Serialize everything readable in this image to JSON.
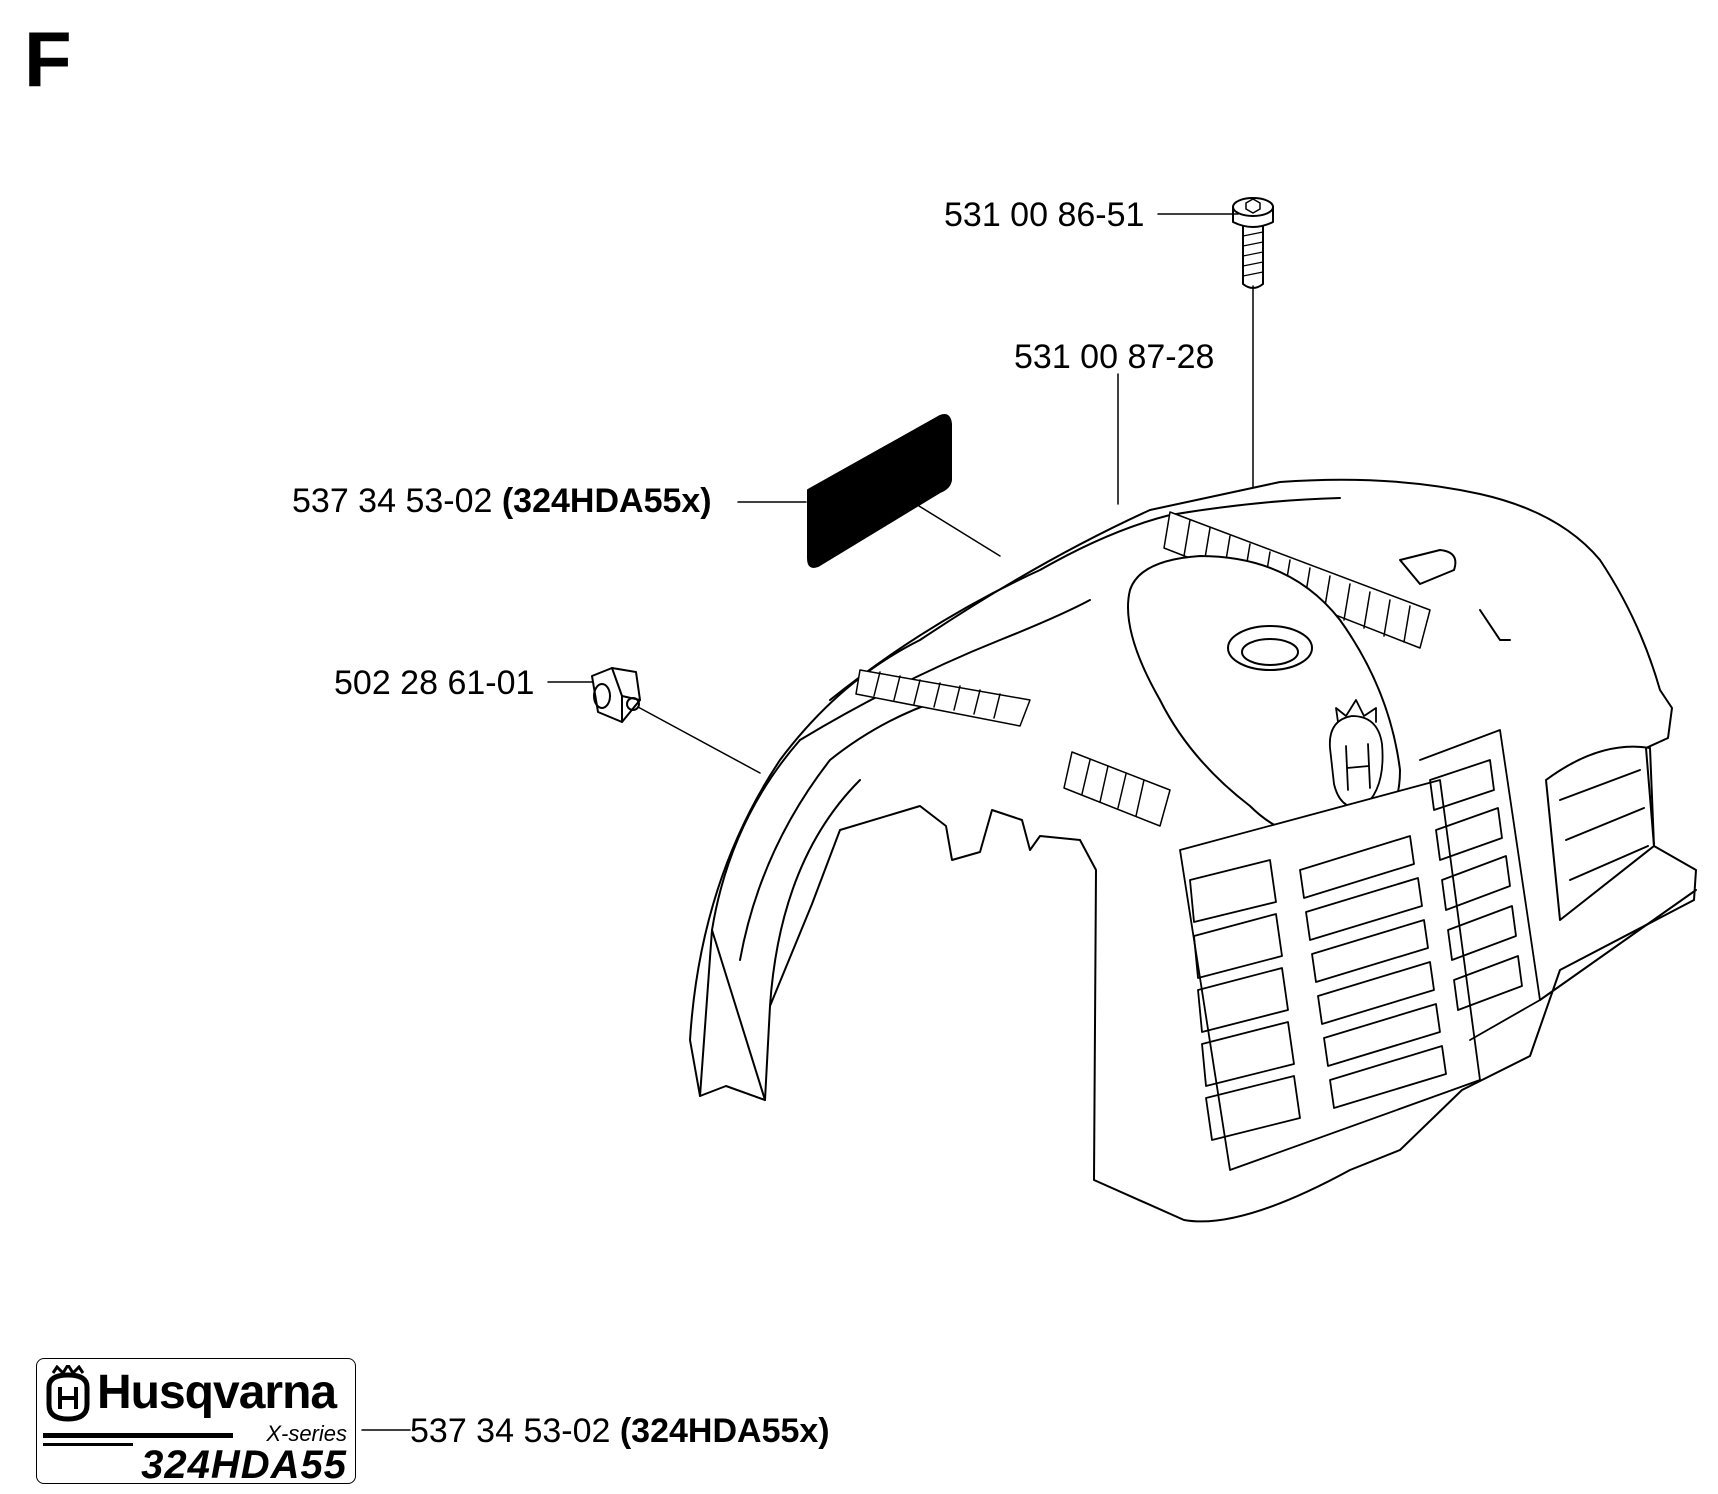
{
  "page": {
    "section_letter": "F"
  },
  "callouts": {
    "screw": {
      "part_number": "531 00 86-51"
    },
    "cover": {
      "part_number": "531 00 87-28"
    },
    "label": {
      "part_number": "537 34 53-02",
      "variant": "(324HDA55x)"
    },
    "clip": {
      "part_number": "502 28 61-01"
    },
    "decal": {
      "part_number": "537 34 53-02",
      "variant": "(324HDA55x)"
    }
  },
  "decal": {
    "brand": "Husqvarna",
    "series": "X-series",
    "model": "324HDA55"
  },
  "icons": {
    "screw": "screw-icon",
    "cover": "engine-cover-icon",
    "label": "label-sticker-icon",
    "clip": "clip-nut-icon",
    "logo": "husqvarna-crown-logo-icon"
  }
}
